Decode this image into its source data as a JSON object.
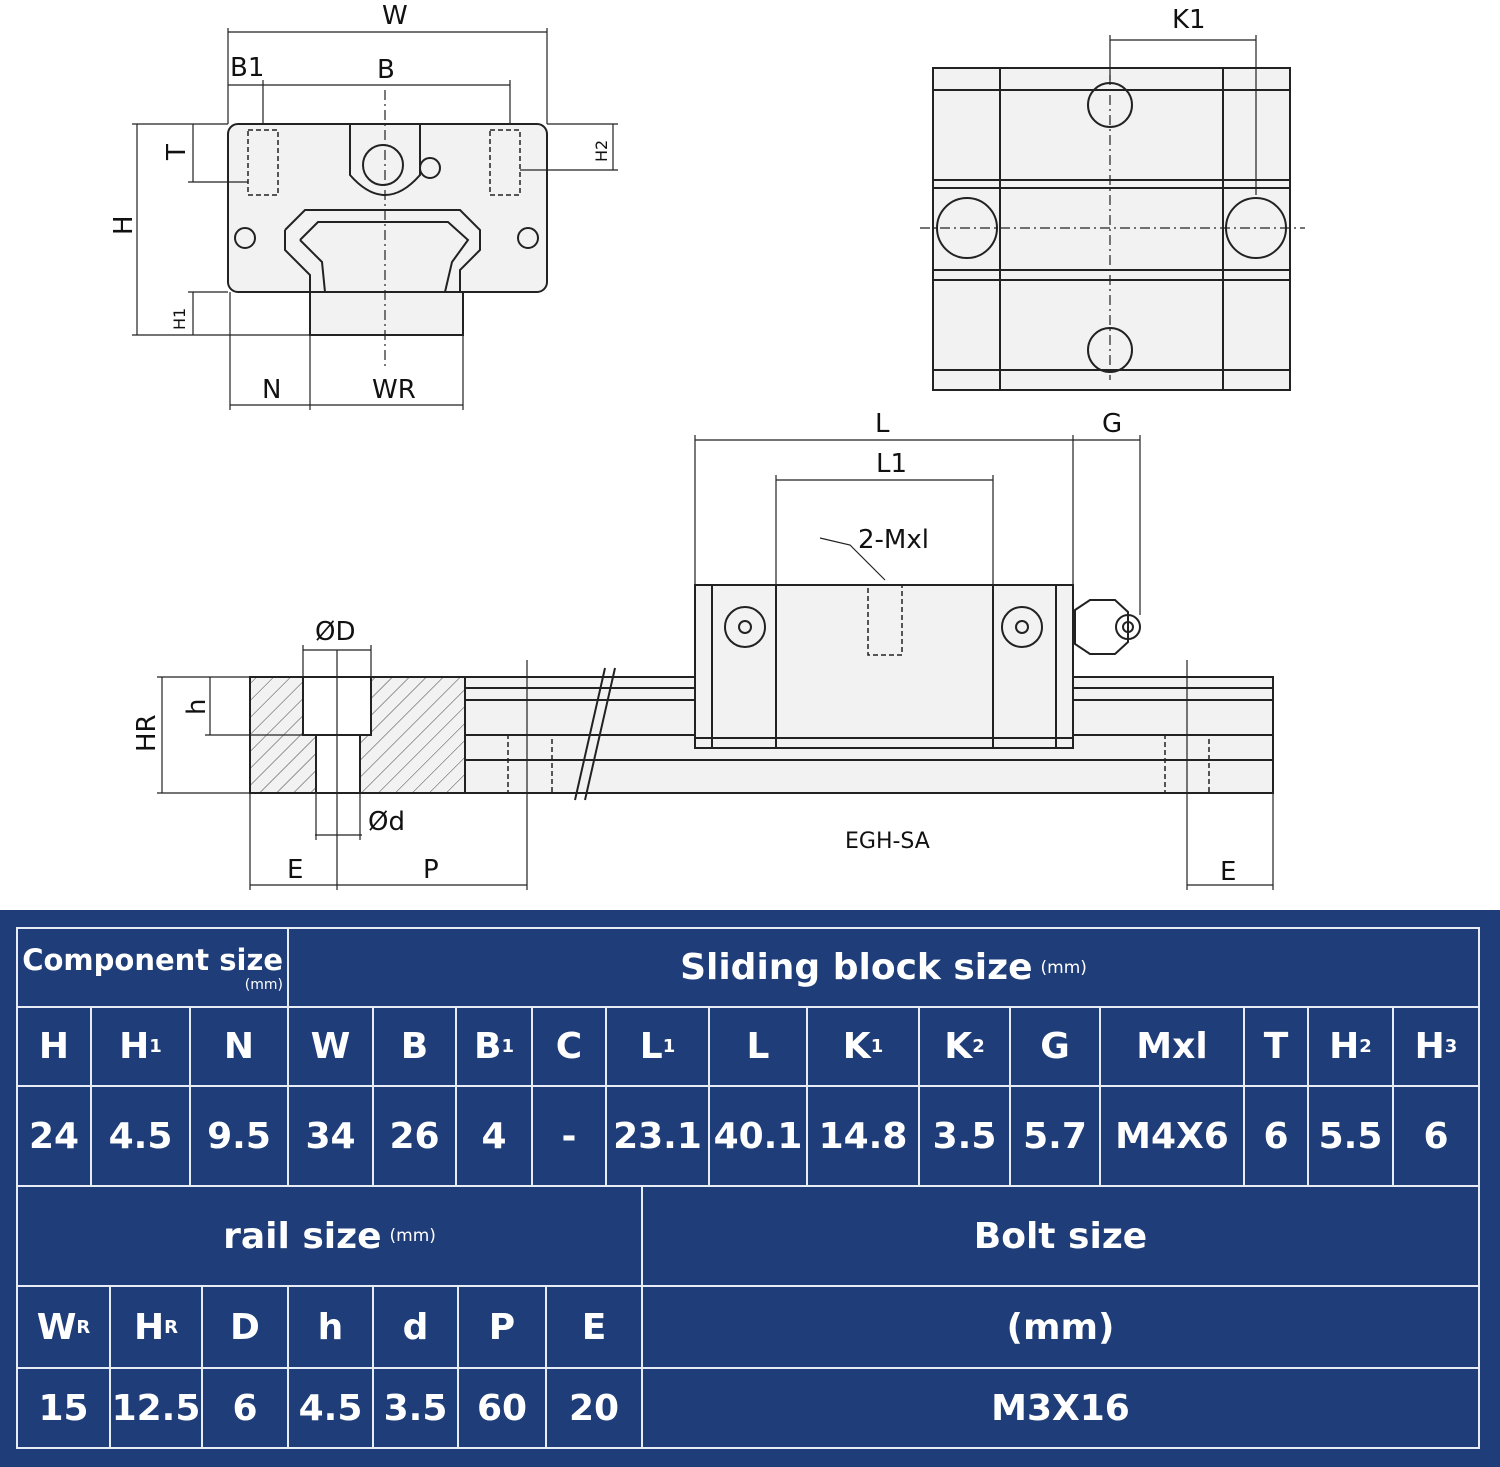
{
  "diagram": {
    "front": {
      "W": "W",
      "B1": "B1",
      "B": "B",
      "T": "T",
      "H": "H",
      "H2": "H2",
      "H1": "H1",
      "N": "N",
      "WR": "WR"
    },
    "top": {
      "K1": "K1"
    },
    "side": {
      "L": "L",
      "L1": "L1",
      "G": "G",
      "Mxl": "2-Mxl",
      "D": "ØD",
      "h": "h",
      "HR": "HR",
      "d": "Ød",
      "E_left": "E",
      "P": "P",
      "model": "EGH-SA",
      "E_right": "E"
    }
  },
  "table": {
    "component_title": "Component size",
    "component_unit": "(mm)",
    "block_title": "Sliding block size",
    "block_unit": "(mm)",
    "block_columns": [
      {
        "label": "H",
        "sub": "",
        "value": "24"
      },
      {
        "label": "H",
        "sub": "1",
        "value": "4.5"
      },
      {
        "label": "N",
        "sub": "",
        "value": "9.5"
      },
      {
        "label": "W",
        "sub": "",
        "value": "34"
      },
      {
        "label": "B",
        "sub": "",
        "value": "26"
      },
      {
        "label": "B",
        "sub": "1",
        "value": "4"
      },
      {
        "label": "C",
        "sub": "",
        "value": "-"
      },
      {
        "label": "L",
        "sub": "1",
        "value": "23.1"
      },
      {
        "label": "L",
        "sub": "",
        "value": "40.1"
      },
      {
        "label": "K",
        "sub": "1",
        "value": "14.8"
      },
      {
        "label": "K",
        "sub": "2",
        "value": "3.5"
      },
      {
        "label": "G",
        "sub": "",
        "value": "5.7"
      },
      {
        "label": "Mxl",
        "sub": "",
        "value": "M4X6"
      },
      {
        "label": "T",
        "sub": "",
        "value": "6"
      },
      {
        "label": "H",
        "sub": "2",
        "value": "5.5"
      },
      {
        "label": "H",
        "sub": "3",
        "value": "6"
      }
    ],
    "rail_title": "rail size",
    "rail_unit": "(mm)",
    "rail_columns": [
      {
        "label": "W",
        "sub": "R",
        "value": "15"
      },
      {
        "label": "H",
        "sub": "R",
        "value": "12.5"
      },
      {
        "label": "D",
        "sub": "",
        "value": "6"
      },
      {
        "label": "h",
        "sub": "",
        "value": "4.5"
      },
      {
        "label": "d",
        "sub": "",
        "value": "3.5"
      },
      {
        "label": "P",
        "sub": "",
        "value": "60"
      },
      {
        "label": "E",
        "sub": "",
        "value": "20"
      }
    ],
    "bolt_title": "Bolt size",
    "bolt_unit": "(mm)",
    "bolt_value": "M3X16"
  },
  "colors": {
    "panel": "#1f3d78",
    "grid": "#e8ecf5",
    "text": "#ffffff"
  }
}
